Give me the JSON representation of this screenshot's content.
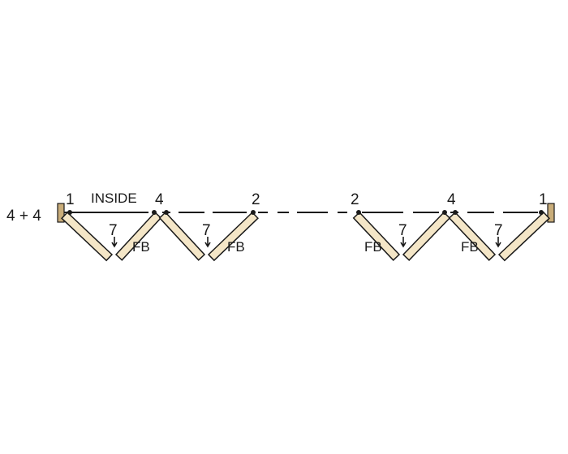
{
  "config_label": "4 + 4",
  "inside_label": "INSIDE",
  "left_group": {
    "position_labels": [
      "1",
      "4",
      "2"
    ],
    "panel_labels": [
      "7",
      "7"
    ],
    "side_labels": [
      "FB",
      "FB"
    ]
  },
  "right_group": {
    "position_labels": [
      "2",
      "4",
      "1"
    ],
    "panel_labels": [
      "7",
      "7"
    ],
    "side_labels": [
      "FB",
      "FB"
    ]
  },
  "colors": {
    "panel_fill": "#f4e6c7",
    "jamb_fill": "#c9ad7a",
    "line": "#1a1a1a"
  }
}
